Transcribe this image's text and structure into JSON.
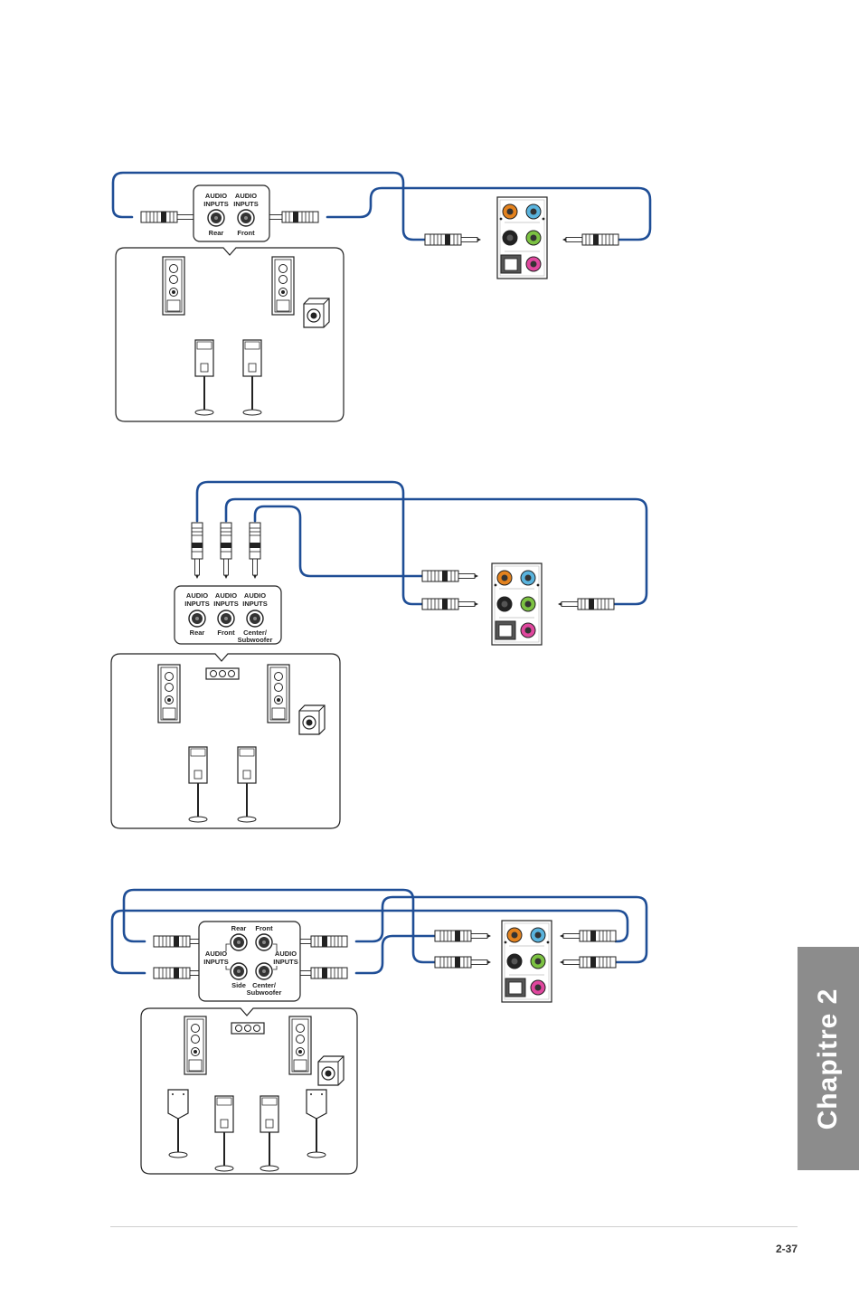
{
  "audio_label": "AUDIO",
  "inputs_label": "INPUTS",
  "diagrams": [
    {
      "jacks": [
        "Rear",
        "Front"
      ]
    },
    {
      "jacks": [
        "Rear",
        "Front",
        "Center/",
        "Subwoofer"
      ]
    },
    {
      "jacks": [
        "Rear",
        "Front",
        "Side",
        "Center/",
        "Subwoofer"
      ]
    }
  ],
  "side_tab": "Chapitre 2",
  "page_number": "2-37",
  "colors": {
    "cable": "#1f4e96",
    "orange": "#e3821e",
    "blue": "#5ab4de",
    "black": "#222222",
    "green": "#7cc242",
    "pink": "#e0479e",
    "tab": "#8c8c8c"
  }
}
